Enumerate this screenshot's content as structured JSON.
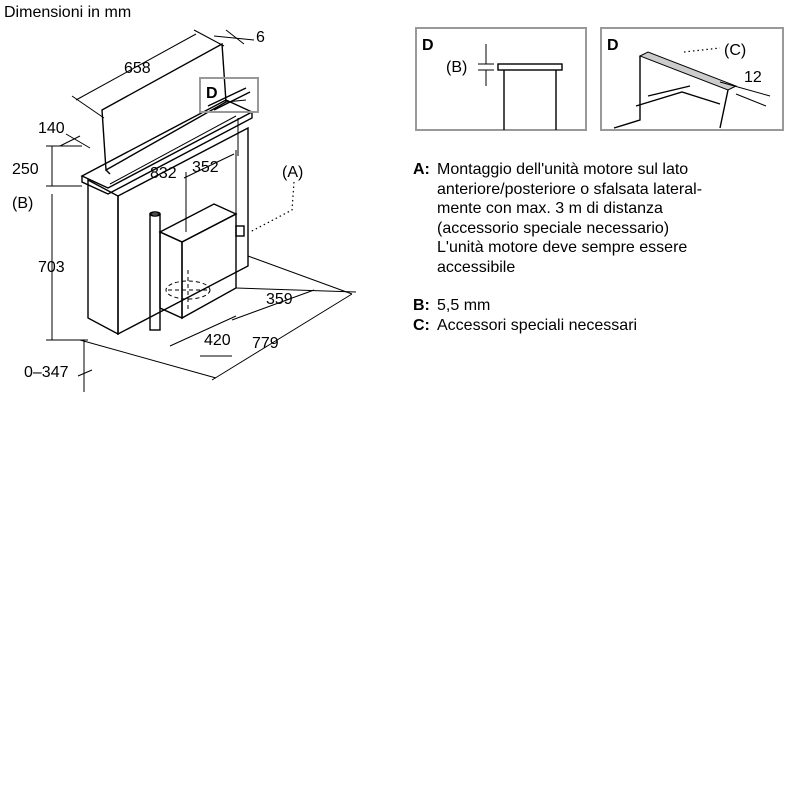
{
  "title": "Dimensioni in mm",
  "dimensions": {
    "d6": "6",
    "d658": "658",
    "d140": "140",
    "d250": "250",
    "d832": "832",
    "d352": "352",
    "d703": "703",
    "d0_347": "0–347",
    "d359": "359",
    "d420": "420",
    "d779": "779",
    "d12": "12"
  },
  "callouts": {
    "A": "(A)",
    "B": "(B)",
    "C": "(C)",
    "D": "D"
  },
  "legend": [
    {
      "key": "A:",
      "text": "Montaggio dell'unità motore sul lato\nanteriore/posteriore o sfalsata lateral-\nmente con max. 3 m di distanza\n(accessorio speciale necessario)\nL'unità motore deve sempre essere\naccessibile"
    },
    {
      "key": "B:",
      "text": "5,5 mm"
    },
    {
      "key": "C:",
      "text": "Accessori speciali necessari"
    }
  ],
  "colors": {
    "stroke": "#000000",
    "detail_frame": "#999999",
    "panel_fill": "#ffffff"
  }
}
